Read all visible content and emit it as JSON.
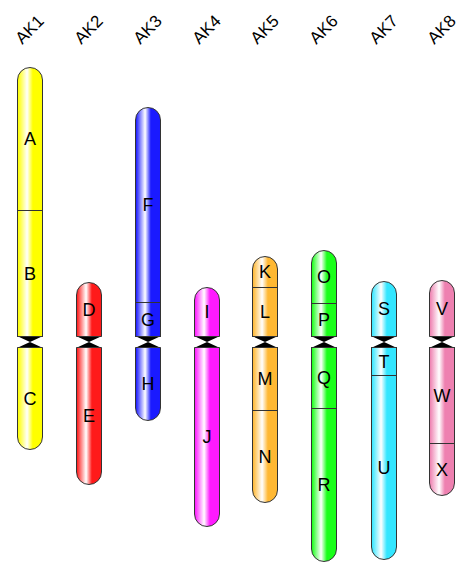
{
  "diagram": {
    "nodes": [
      {
        "text": [
          "AK1"
        ]
      },
      {
        "text": [
          "A"
        ],
        "in": 0
      },
      {
        "text": [
          "B"
        ],
        "in": 0
      },
      {
        "text": [
          "C"
        ],
        "in": 0
      },
      {
        "text": [
          "AK2"
        ]
      },
      {
        "text": [
          "D"
        ],
        "in": 4
      },
      {
        "text": [
          "E"
        ],
        "in": 4
      },
      {
        "text": [
          "AK3"
        ]
      },
      {
        "text": [
          "F"
        ],
        "in": 7
      },
      {
        "text": [
          "G"
        ],
        "in": 7
      },
      {
        "text": [
          "H"
        ],
        "in": 7
      },
      {
        "text": [
          "AK4"
        ]
      },
      {
        "text": [
          "I"
        ],
        "in": 11
      },
      {
        "text": [
          "J"
        ],
        "in": 11
      },
      {
        "text": [
          "AK5"
        ]
      },
      {
        "text": [
          "K"
        ],
        "in": 14
      },
      {
        "text": [
          "L"
        ],
        "in": 14
      },
      {
        "text": [
          "M"
        ],
        "in": 14
      },
      {
        "text": [
          "N"
        ],
        "in": 14
      },
      {
        "text": [
          "AK6"
        ]
      },
      {
        "text": [
          "O"
        ],
        "in": 19
      },
      {
        "text": [
          "P"
        ],
        "in": 19
      },
      {
        "text": [
          "Q"
        ],
        "in": 19
      },
      {
        "text": [
          "R"
        ],
        "in": 19
      },
      {
        "text": [
          "AK7"
        ]
      },
      {
        "text": [
          "S"
        ],
        "in": 24
      },
      {
        "text": [
          "T"
        ],
        "in": 24
      },
      {
        "text": [
          "U"
        ],
        "in": 24
      },
      {
        "text": [
          "AK8"
        ]
      },
      {
        "text": [
          "V"
        ],
        "in": 28
      },
      {
        "text": [
          "W"
        ],
        "in": 28
      },
      {
        "text": [
          "X"
        ],
        "in": 28
      }
    ]
  }
}
